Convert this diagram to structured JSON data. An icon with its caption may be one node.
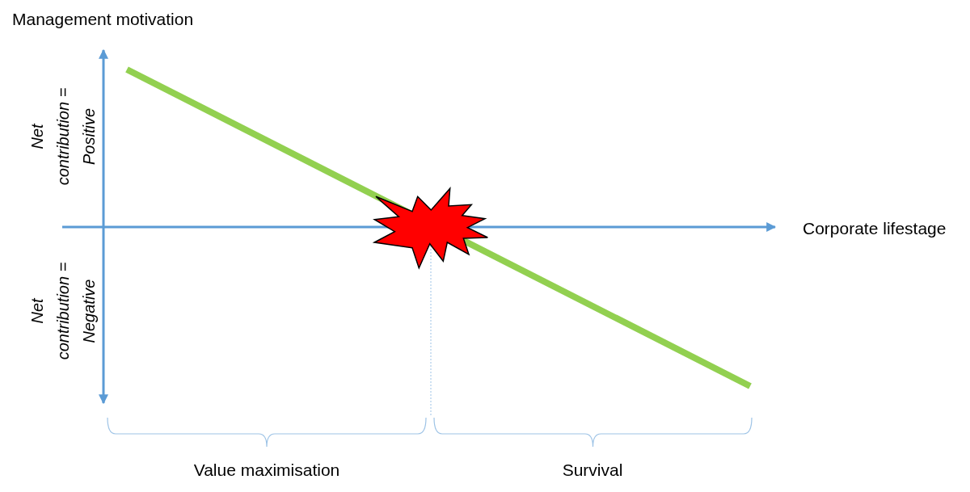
{
  "diagram": {
    "labels": [
      "Management motivation",
      "Net contribution = Positive",
      "Corporate lifestage",
      "Net contribution = Negative",
      "Value maximisation",
      "Survival"
    ]
  }
}
